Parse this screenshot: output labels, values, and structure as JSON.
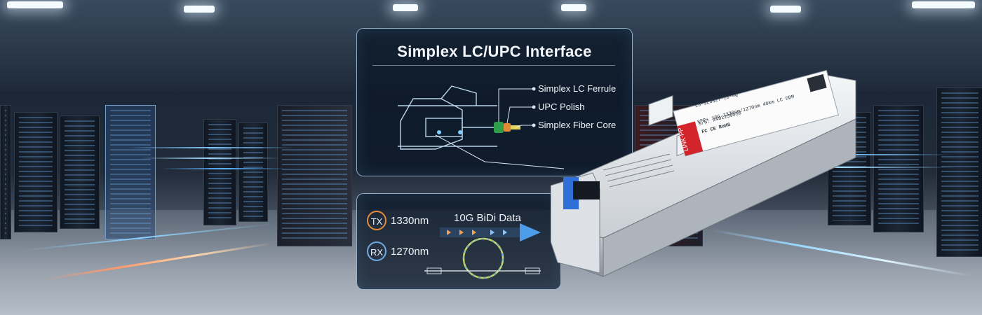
{
  "panel": {
    "title": "Simplex LC/UPC Interface",
    "callouts": [
      "Simplex LC Ferrule",
      "UPC Polish",
      "Simplex Fiber Core"
    ]
  },
  "data_panel": {
    "tx_tag": "TX",
    "tx_wavelength": "1330nm",
    "rx_tag": "RX",
    "rx_wavelength": "1270nm",
    "flow_label": "10G BiDi Data"
  },
  "module": {
    "brand": "LINK-PP",
    "line1": "LS-SL3327-10-4Q",
    "line2": "SFP+ 10G 1330nm/1270nm 40km LC DDM",
    "line3": "S/N: 2402230058",
    "marks": "FC CE RoHS"
  },
  "colors": {
    "tx": "#e38a3b",
    "rx": "#6fa9e6",
    "brand_red": "#d3232b",
    "panel_border": "#bedcf5"
  }
}
